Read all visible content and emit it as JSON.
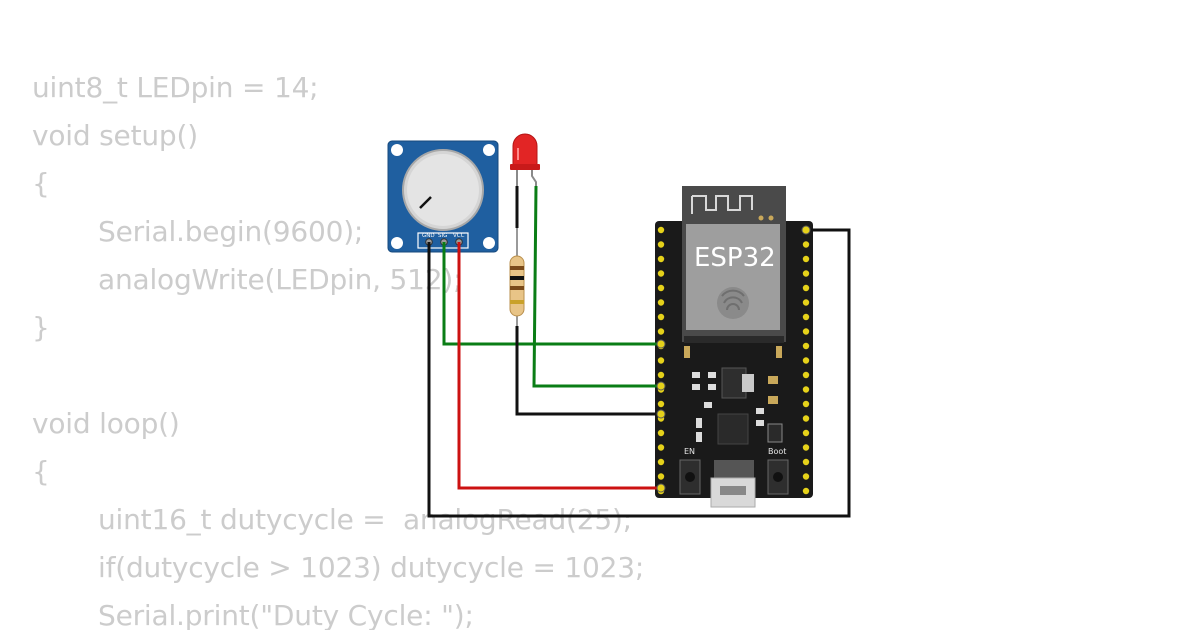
{
  "code": {
    "lines": [
      {
        "text": "uint8_t LEDpin = 14;",
        "indent": false
      },
      {
        "text": "void setup()",
        "indent": false
      },
      {
        "text": "{",
        "indent": false
      },
      {
        "text": "Serial.begin(9600);",
        "indent": true
      },
      {
        "text": "analogWrite(LEDpin, 512);",
        "indent": true
      },
      {
        "text": "}",
        "indent": false
      },
      {
        "text": "",
        "indent": false
      },
      {
        "text": "void loop()",
        "indent": false
      },
      {
        "text": "{",
        "indent": false
      },
      {
        "text": "uint16_t dutycycle =  analogRead(25);",
        "indent": true
      },
      {
        "text": "if(dutycycle > 1023) dutycycle = 1023;",
        "indent": true
      },
      {
        "text": "Serial.print(\"Duty Cycle: \");",
        "indent": true
      }
    ]
  },
  "circuit": {
    "board": {
      "name": "ESP32",
      "button_en": "EN",
      "button_boot": "Boot"
    },
    "potentiometer": {
      "pin_gnd": "GND",
      "pin_sig": "SIG",
      "pin_vcc": "VCC"
    },
    "colors": {
      "board": "#1a1a1a",
      "pcb_blue": "#1f5fa0",
      "led": "#e02020",
      "wire_green": "#0a7d16",
      "wire_black": "#111111",
      "wire_red": "#cc1111",
      "code_text": "#cccccc"
    }
  }
}
